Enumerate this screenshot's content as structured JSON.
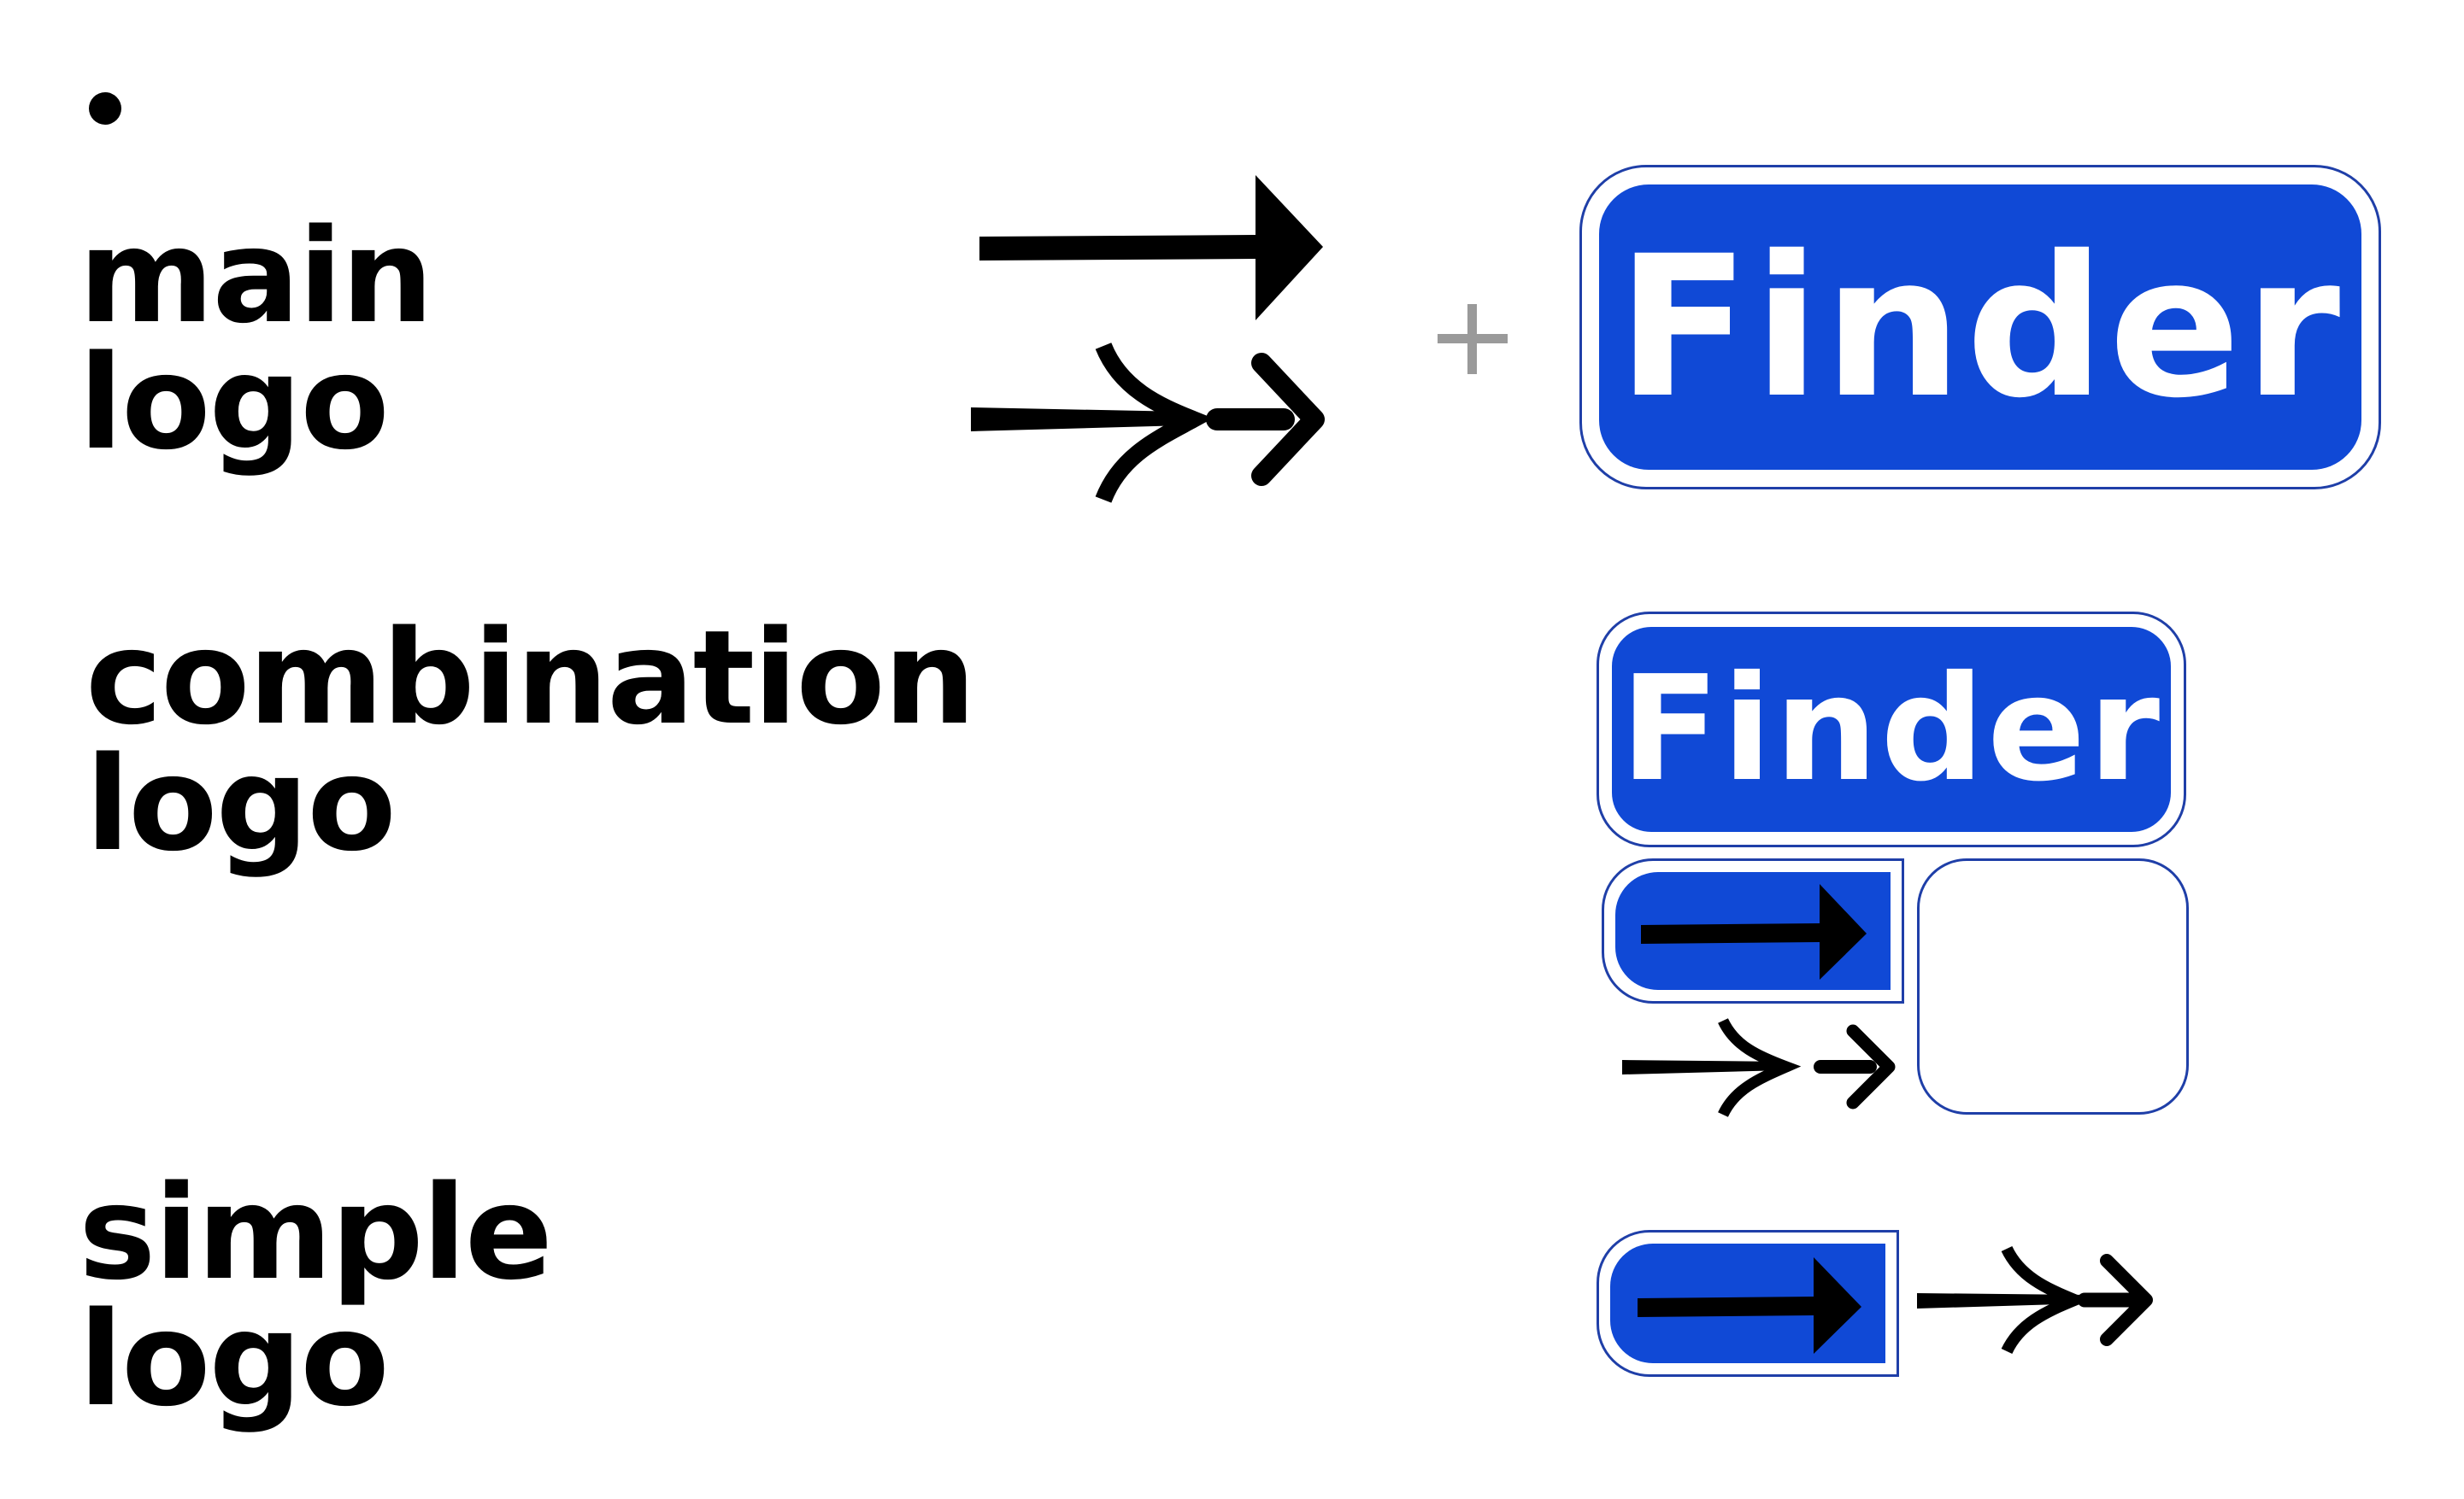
{
  "labels": {
    "main": [
      "main",
      "logo"
    ],
    "combination": [
      "combination",
      "logo"
    ],
    "simple": [
      "simple",
      "logo"
    ]
  },
  "brand": {
    "wordmark": "Finder",
    "blue": "#1049d6",
    "outline": "#1f3fa8",
    "plus_color": "#9a9a9a"
  },
  "icons": {
    "bullet": "dot-icon",
    "plus": "plus-icon",
    "long_arrow": "long-arrow-icon",
    "double_arrow": "double-chevron-arrow-icon"
  }
}
